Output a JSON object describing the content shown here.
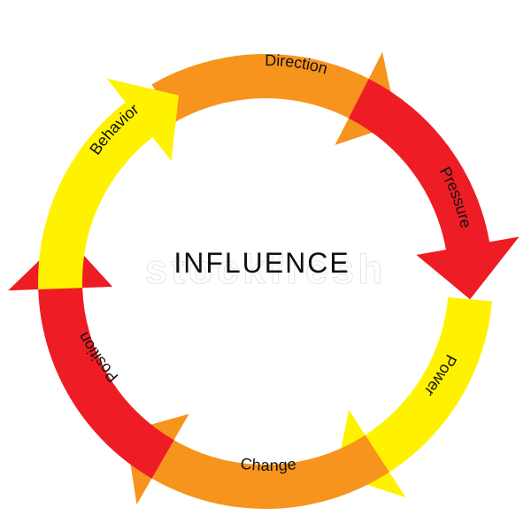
{
  "diagram": {
    "title": "INFLUENCE",
    "watermark": "stockfresh",
    "segments": [
      {
        "id": "direction",
        "label": "Direction",
        "color": "#F7941D"
      },
      {
        "id": "pressure",
        "label": "Pressure",
        "color": "#EE1C24"
      },
      {
        "id": "power",
        "label": "Power",
        "color": "#FFF200"
      },
      {
        "id": "change",
        "label": "Change",
        "color": "#F7941D"
      },
      {
        "id": "position",
        "label": "Position",
        "color": "#EE1C24"
      },
      {
        "id": "behavior",
        "label": "Behavior",
        "color": "#FFF200"
      }
    ]
  }
}
